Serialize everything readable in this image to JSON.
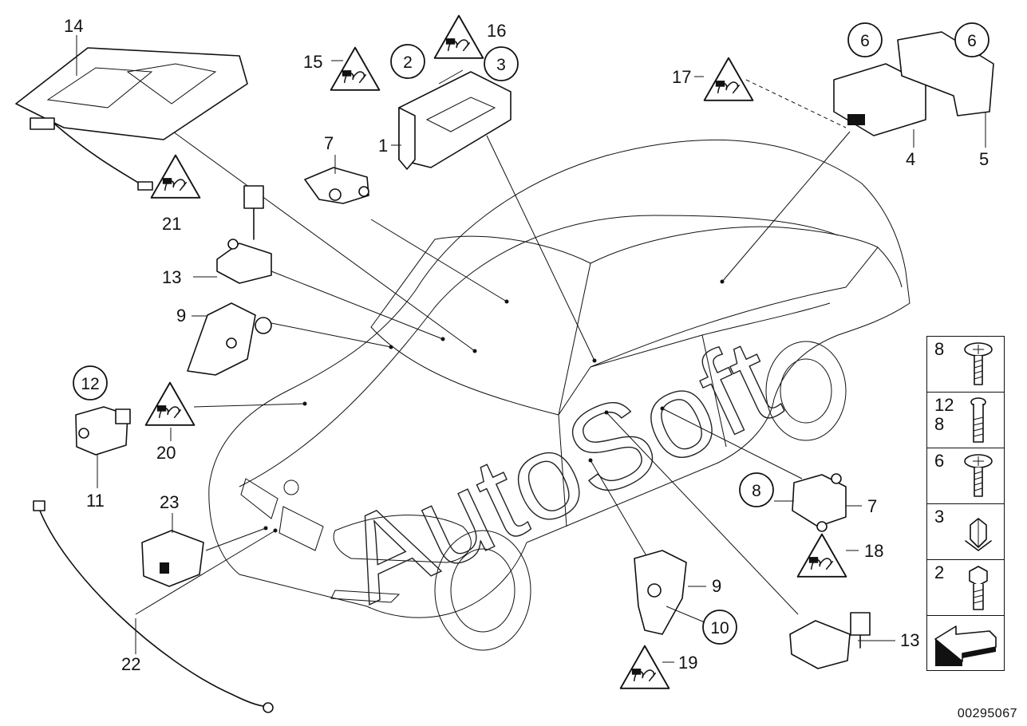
{
  "callouts": {
    "c1": "1",
    "c2": "2",
    "c3": "3",
    "c4": "4",
    "c5": "5",
    "c6a": "6",
    "c6b": "6",
    "c7a": "7",
    "c7b": "7",
    "c8": "8",
    "c9a": "9",
    "c9b": "9",
    "c10": "10",
    "c11": "11",
    "c12": "12",
    "c13a": "13",
    "c13b": "13",
    "c14": "14",
    "c15": "15",
    "c16": "16",
    "c17": "17",
    "c18": "18",
    "c19": "19",
    "c20": "20",
    "c21": "21",
    "c22": "22",
    "c23": "23"
  },
  "watermark": "AutoSoft",
  "legend": [
    {
      "label": "8",
      "icon": "screw-washer-icon"
    },
    {
      "label": "12\n8",
      "icon": "bolt-icon"
    },
    {
      "label": "6",
      "icon": "screw-washer-icon"
    },
    {
      "label": "3",
      "icon": "nut-icon"
    },
    {
      "label": "2",
      "icon": "hex-bolt-icon"
    },
    {
      "label": "",
      "icon": "direction-arrow-icon"
    }
  ],
  "document_id": "00295067",
  "warning_symbol": "airbag-warning-triangle-icon"
}
